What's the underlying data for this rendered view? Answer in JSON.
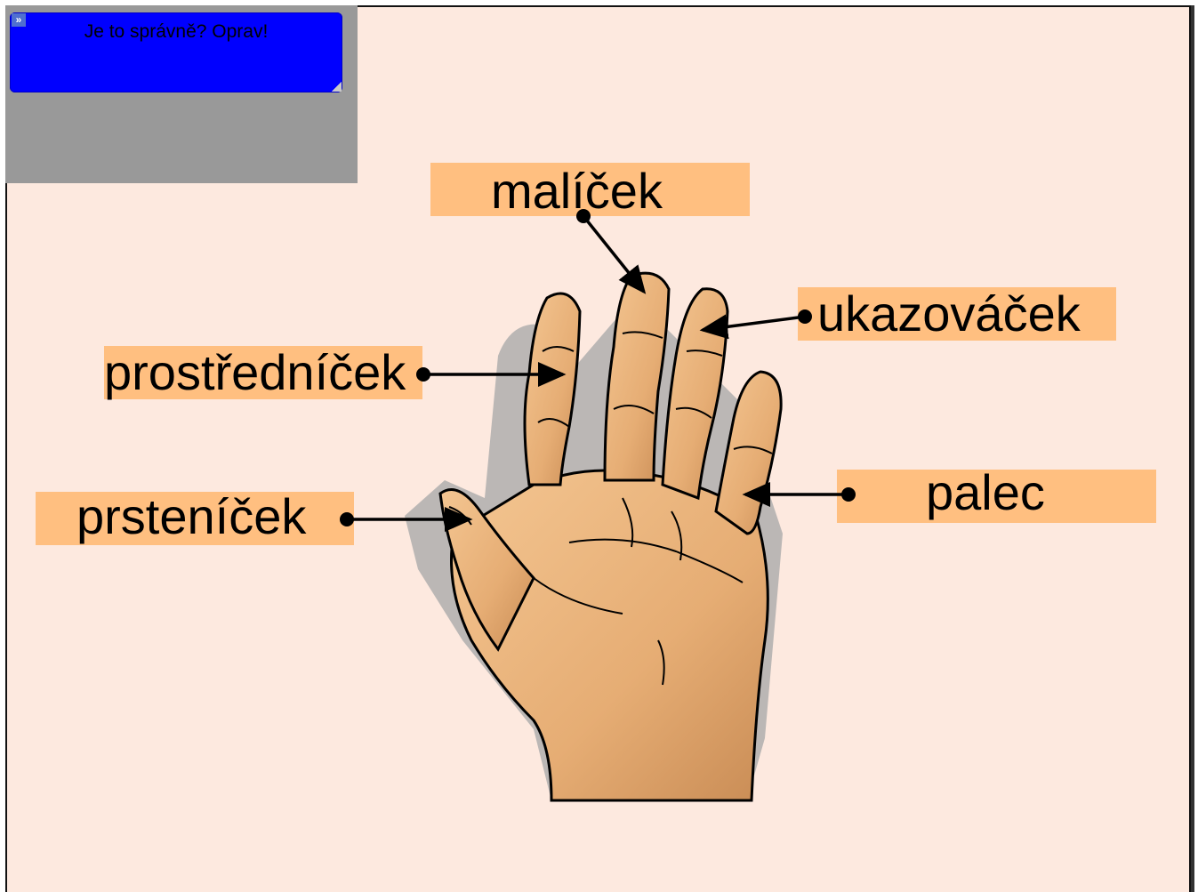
{
  "note": {
    "text": "Je to správně? Oprav!"
  },
  "labels": {
    "malicek": "malíček",
    "ukazovacek": "ukazováček",
    "prostrednicek": "prostředníček",
    "palec": "palec",
    "prstenicek": "prsteníček"
  },
  "colors": {
    "slide_bg": "#fde9df",
    "label_bg": "#ffbf80",
    "note_bg": "#0000ff",
    "panel_bg": "#999999",
    "skin": "#e8b27a"
  }
}
